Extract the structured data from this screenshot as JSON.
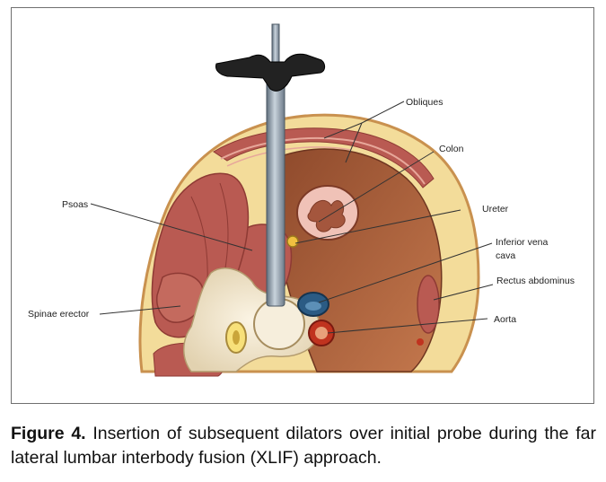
{
  "figure": {
    "labels": {
      "obliques": "Obliques",
      "colon": "Colon",
      "ureter": "Ureter",
      "ivc_line1": "Inferior vena",
      "ivc_line2": "cava",
      "rectus": "Rectus abdominus",
      "aorta": "Aorta",
      "psoas": "Psoas",
      "spinae": "Spinae erector"
    }
  },
  "caption": {
    "label": "Figure 4.",
    "text": " Insertion of subsequent dilators over initial probe during the far lateral lumbar interbody fusion (XLIF) approach."
  },
  "colors": {
    "skin_border": "#c9914f",
    "fat": "#f3dc9a",
    "muscle": "#b95a52",
    "cavity": "#a35838",
    "bone": "#f1e6cf",
    "ivc": "#2b5b84",
    "aorta": "#c0331f",
    "probe": "#8a97a5"
  }
}
